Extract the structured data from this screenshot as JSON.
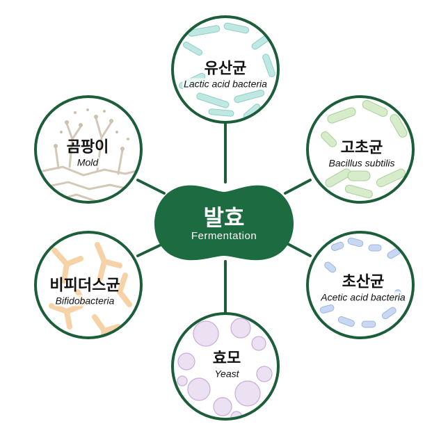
{
  "center": {
    "title": "발효",
    "subtitle": "Fermentation"
  },
  "colors": {
    "green": "#1d6b41",
    "ring": "#1d5e3a",
    "lactic": "#a7ddd6",
    "bacillus": "#bfe0b0",
    "acetic": "#b7cbee",
    "yeast": "#e4d4ee",
    "bifido": "#f7cfa0",
    "mold": "#d9cfc3"
  },
  "nodes": [
    {
      "id": "lactic",
      "name_kr": "유산균",
      "name_en": "Lactic acid bacteria"
    },
    {
      "id": "bacillus",
      "name_kr": "고초균",
      "name_en": "Bacillus subtilis"
    },
    {
      "id": "acetic",
      "name_kr": "초산균",
      "name_en": "Acetic acid bacteria"
    },
    {
      "id": "yeast",
      "name_kr": "효모",
      "name_en": "Yeast"
    },
    {
      "id": "bifido",
      "name_kr": "비피더스균",
      "name_en": "Bifidobacteria"
    },
    {
      "id": "mold",
      "name_kr": "곰팡이",
      "name_en": "Mold"
    }
  ]
}
